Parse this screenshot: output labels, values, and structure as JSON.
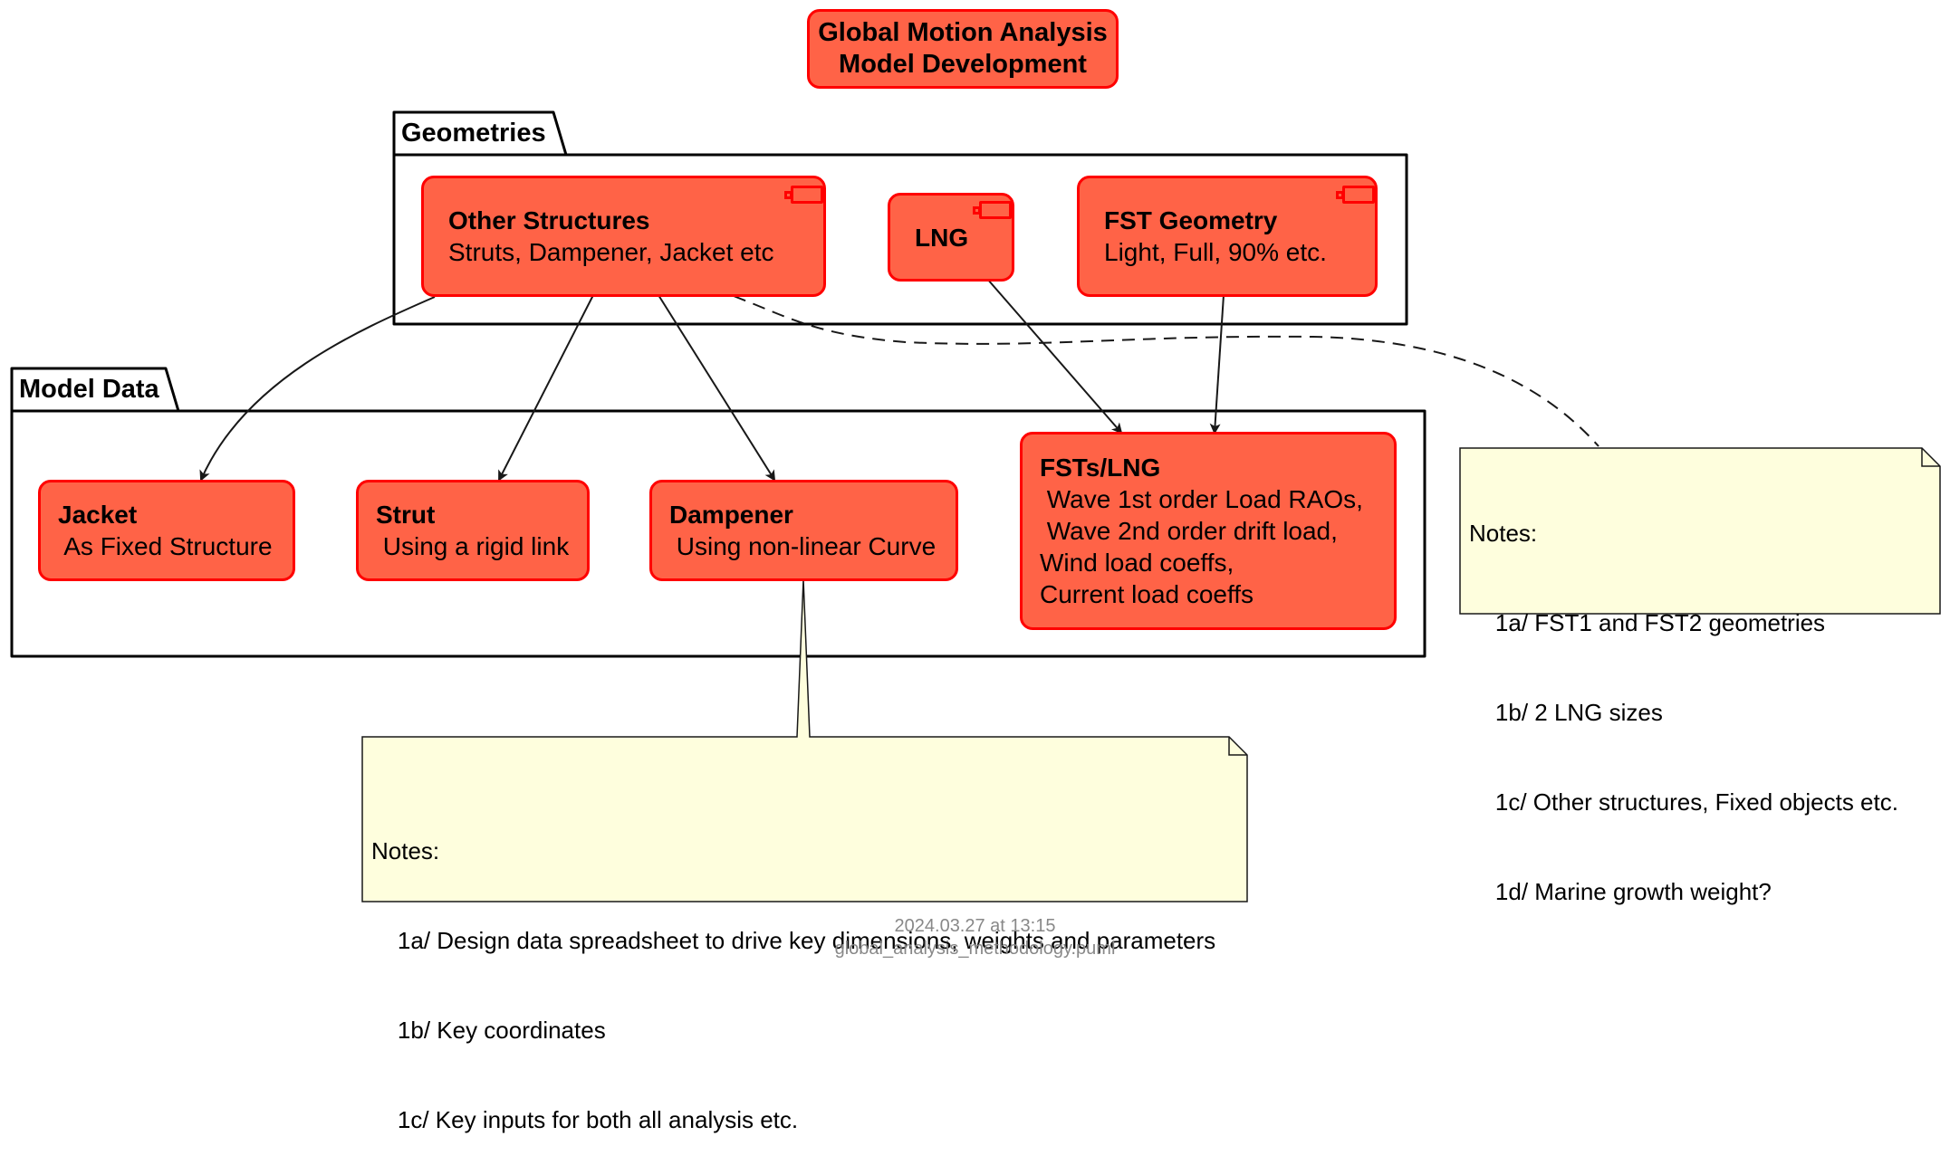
{
  "title": {
    "line1": "Global Motion Analysis",
    "line2": "Model Development"
  },
  "packages": {
    "geometries": {
      "label": "Geometries"
    },
    "model_data": {
      "label": "Model Data"
    }
  },
  "components": {
    "other_structures": {
      "name": "Other Structures",
      "desc": "Struts, Dampener, Jacket etc"
    },
    "lng": {
      "name": "LNG"
    },
    "fst_geometry": {
      "name": "FST Geometry",
      "desc": "Light, Full, 90% etc."
    }
  },
  "model_items": {
    "jacket": {
      "name": "Jacket",
      "desc": " As Fixed Structure"
    },
    "strut": {
      "name": "Strut",
      "desc": " Using a rigid link"
    },
    "dampener": {
      "name": "Dampener",
      "desc": " Using non-linear Curve"
    },
    "fsts_lng": {
      "name": "FSTs/LNG",
      "line1": " Wave 1st order Load RAOs,",
      "line2": " Wave 2nd order drift load,",
      "line3": "Wind load coeffs,",
      "line4": "Current load coeffs"
    }
  },
  "notes": {
    "geometry_note": {
      "heading": "Notes:",
      "line1": "    1a/ FST1 and FST2 geometries",
      "line2": "    1b/ 2 LNG sizes",
      "line3": "    1c/ Other structures, Fixed objects etc.",
      "line4": "    1d/ Marine growth weight?"
    },
    "dampener_note": {
      "heading": "Notes:",
      "line1": "    1a/ Design data spreadsheet to drive key dimensions, weights and parameters",
      "line2": "    1b/ Key coordinates",
      "line3": "    1c/ Key inputs for both all analysis etc."
    }
  },
  "footer": {
    "timestamp": "2024.03.27 at 13:15",
    "filename": "global_analysis_methodology.puml"
  },
  "colors": {
    "node_fill": "#FF6347",
    "node_border": "#FF0000",
    "note_fill": "#FEFEDD",
    "footer_text": "#888888"
  }
}
